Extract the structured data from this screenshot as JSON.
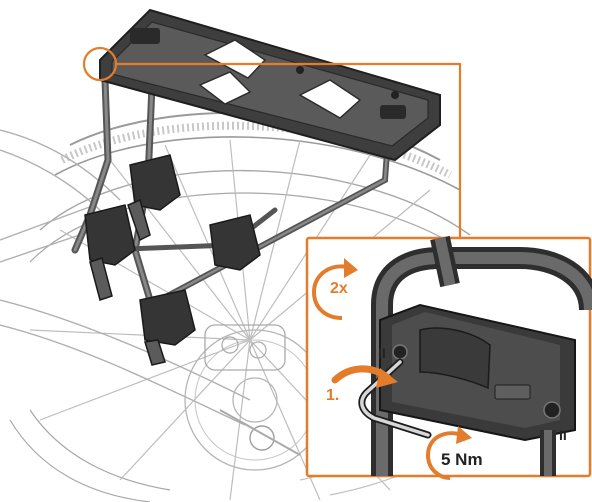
{
  "callouts": {
    "repeat": "2x",
    "step": "1.",
    "torque": "5 Nm",
    "mark_left": "II",
    "mark_right": "II"
  },
  "colors": {
    "accent": "#e37d2c",
    "outline": "#1f1f1f",
    "line_grey": "#b9b9b9",
    "rack": "#4a4a4a",
    "rack_light": "#777777"
  }
}
